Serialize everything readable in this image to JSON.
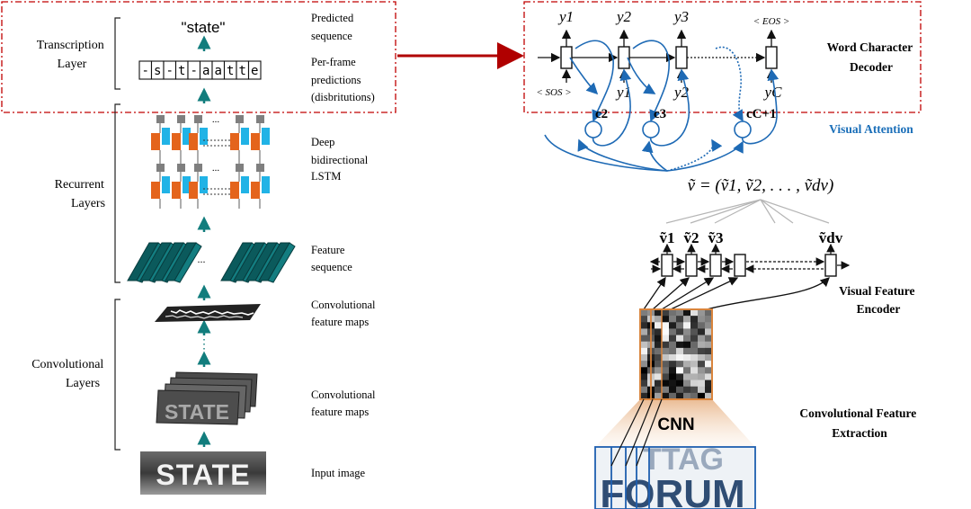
{
  "crnn": {
    "layers": {
      "transcription": [
        "Transcription",
        "Layer"
      ],
      "recurrent": [
        "Recurrent",
        "Layers"
      ],
      "convolutional": [
        "Convolutional",
        "Layers"
      ]
    },
    "output_string": "\"state\"",
    "frame_chars": [
      "-",
      "s",
      "-",
      "t",
      "-",
      "a",
      "a",
      "t",
      "t",
      "e"
    ],
    "descriptions": {
      "predicted": [
        "Predicted",
        "sequence"
      ],
      "per_frame": [
        "Per-frame",
        "predictions",
        "(disbritutions)"
      ],
      "deep_lstm": [
        "Deep",
        "bidirectional",
        "LSTM"
      ],
      "feature_seq": [
        "Feature",
        "sequence"
      ],
      "conv_maps_1": [
        "Convolutional",
        "feature maps"
      ],
      "conv_maps_2": [
        "Convolutional",
        "feature maps"
      ],
      "input_image": "Input image"
    },
    "input_word": "STATE",
    "ellipsis": "..."
  },
  "attention": {
    "outputs": [
      "y1",
      "y2",
      "y3",
      "< EOS >"
    ],
    "inputs": [
      "< SOS >",
      "y1",
      "y2",
      "yC"
    ],
    "contexts": [
      "c2",
      "c3",
      "cC+1"
    ],
    "v_formula": "ṽ = (ṽ1, ṽ2, . . . , ṽdv)",
    "v_labels": [
      "ṽ1",
      "ṽ2",
      "ṽ3",
      "ṽdv"
    ],
    "decoder_label": [
      "Word Character",
      "Decoder"
    ],
    "attention_label": "Visual Attention",
    "encoder_label": [
      "Visual Feature",
      "Encoder"
    ],
    "cnn_label": "CNN",
    "extraction_label": [
      "Convolutional Feature",
      "Extraction"
    ],
    "input_word": "FORUM",
    "input_word_top": "TTAG"
  },
  "colors": {
    "arrow_teal": "#127d7d",
    "lstm_orange": "#e4641c",
    "lstm_cyan": "#21b3e6",
    "lstm_gray": "#7f7f7f",
    "feature_teal": "#137d80",
    "dashed_red": "#c00000",
    "attention_blue": "#1e6ab5",
    "cnn_orange": "#d9843c",
    "label_blue": "#1b6fb9"
  }
}
